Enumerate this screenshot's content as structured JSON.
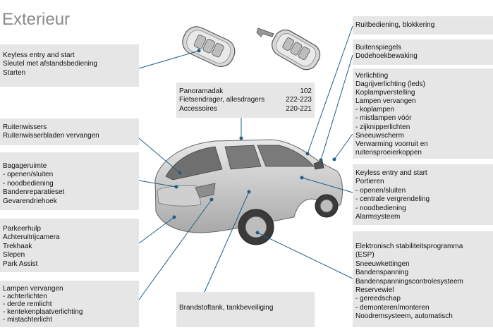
{
  "page": {
    "title": "Exterieur"
  },
  "left_boxes": [
    {
      "id": "keyless",
      "lines": [
        "Keyless entry and start",
        "Sleutel met afstandsbediening",
        "Starten"
      ]
    },
    {
      "id": "ruitenwissers",
      "lines": [
        "Ruitenwissers",
        "Ruitenwisserbladen vervangen"
      ]
    },
    {
      "id": "bagageruimte",
      "lines": [
        "Bagageruimte",
        "-  openen/sluiten",
        "-  noodbediening",
        "Bandenreparatieset",
        "Gevarendriehoek"
      ]
    },
    {
      "id": "parkeerhulp",
      "lines": [
        "Parkeerhulp",
        "Achteruitrijcamera",
        "Trekhaak",
        "Slepen",
        "Park Assist"
      ]
    },
    {
      "id": "lampen_achter",
      "lines": [
        "Lampen vervangen",
        "-  achterlichten",
        "-  derde remlicht",
        "-  kentekenplaatverlichting",
        "-  mistachterlicht"
      ]
    }
  ],
  "center_box": {
    "rows": [
      {
        "label": "Panoramadak",
        "page": "102"
      },
      {
        "label": "Fietsendrager, allesdragers",
        "page": "222-223"
      },
      {
        "label": "Accessoires",
        "page": "220-221"
      }
    ]
  },
  "bottom_center_box": {
    "lines": [
      "Brandstoftank, tankbeveiliging"
    ]
  },
  "right_boxes": [
    {
      "id": "ruitbediening",
      "lines": [
        "Ruitbediening, blokkering"
      ]
    },
    {
      "id": "buitenspiegels",
      "lines": [
        "Buitenspiegels",
        "Dodehoekbewaking"
      ]
    },
    {
      "id": "verlichting",
      "lines": [
        "Verlichting",
        "Dagrijverlichting (leds)",
        "Koplampverstelling",
        "Lampen vervangen",
        "-  koplampen",
        "-  mistlampen vóór",
        "-  zijknipperlichten",
        "Sneeuwscherm",
        "Verwarming voorruit en",
        "   ruitensproeierkoppen"
      ]
    },
    {
      "id": "portieren",
      "lines": [
        "Keyless entry and start",
        "Portieren",
        "-  openen/sluiten",
        "-  centrale vergrendeling",
        "-  noodbediening",
        "Alarmsysteem"
      ]
    },
    {
      "id": "esp",
      "lines": [
        "Elektronisch stabiliteitsprogramma",
        "   (ESP)",
        "Sneeuwkettingen",
        "Bandenspanning",
        "Bandenspanningscontrolesysteem",
        "Reservewiel",
        "-  gereedschap",
        "-  demonteren/monteren",
        "Noodremsysteem, automatisch"
      ]
    }
  ],
  "colors": {
    "box_bg": "#e6e6e6",
    "leader": "#1e5f8a",
    "title": "#8a8a8a"
  }
}
